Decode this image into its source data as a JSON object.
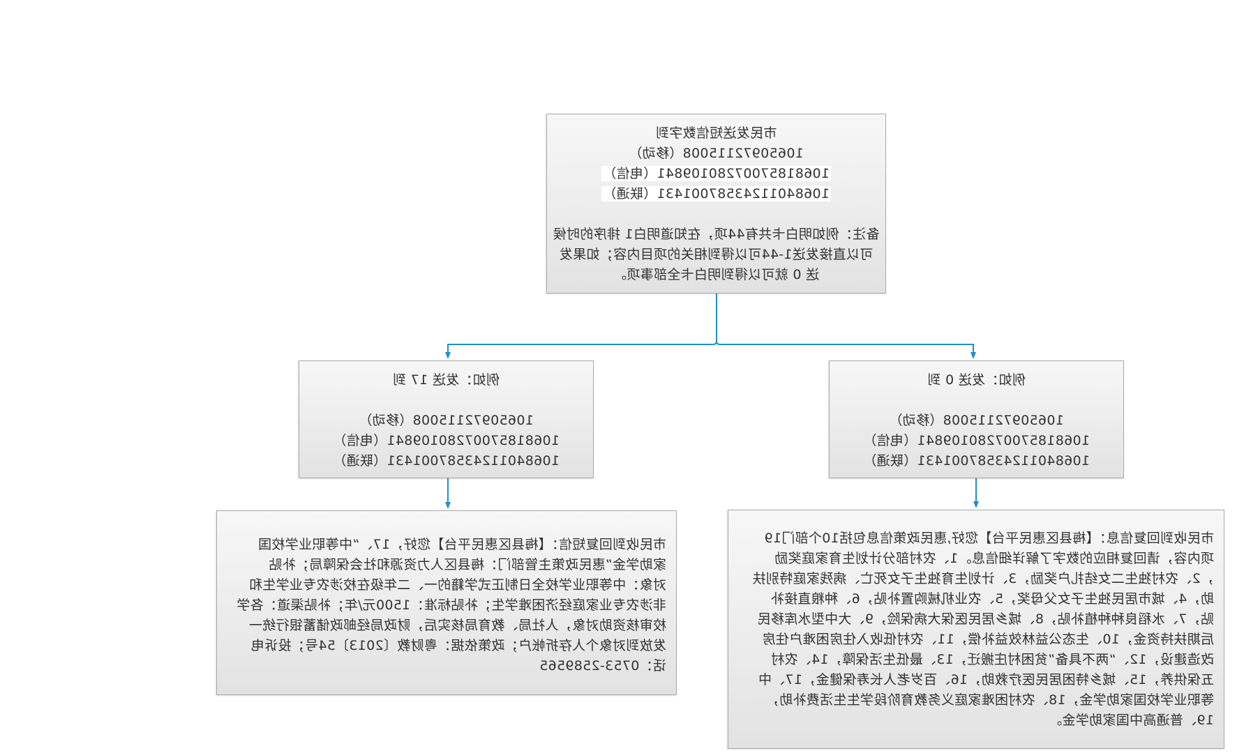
{
  "diagram": {
    "colors": {
      "connector": "#1f8fc8",
      "box_border": "#a8a8a8",
      "box_fill": "#ececec",
      "text": "#333333"
    },
    "top_box": {
      "lines": [
        "市民发送短信数字到",
        "10650972115008（移动）",
        "10681857007280109841（电信）",
        "10684011243587001431（联通）",
        "",
        "备注：例如明白卡共有44项，在知道明白1 排序的时候",
        "可以直接发送1-44可以得到相关的项目内容；如果发",
        "送 0 就可以得到明白卡全部事项。"
      ]
    },
    "left_mid_box": {
      "lines": [
        "例如：发送 0 到",
        "",
        "10650972115008（移动）",
        "10681857007280109841（电信）",
        "10684011243587001431（联通）"
      ]
    },
    "right_mid_box": {
      "lines": [
        "例如：发送 17 到",
        "",
        "10650972115008（移动）",
        "10681857007280109841（电信）",
        "10684011243587001431（联通）"
      ]
    },
    "left_bottom_box": {
      "lines": [
        "市民收到回复信息：【梅县区惠民平台】您好,惠民政策信息包括10个部门19",
        "项内容，请回复相应的数字了解详细信息。1、农村部分计划生育家庭奖励",
        "，2、农村独生二女结扎户奖励，3、计划生育独生子女死亡、病残家庭特别扶",
        "助，4、城市居民独生子女父母奖，5、农业机械购置补贴，6、种粮直接补",
        "贴，7、水稻良种种植补贴，8、城乡居民医保大病保险，9、大中型水库移民",
        "后期扶持资金，10、生态公益林效益补偿，11、农村低收入住房困难户住房",
        "改造建设，12、“两不具备”贫困村庄搬迁，13、最低生活保障，14、农村",
        "五保供养，15、城乡特困居民医疗救助，16、百岁老人长寿保健金，17、中",
        "等职业学校国家助学金，18、农村困难家庭义务教育阶段学生生活费补助，",
        "19、普通高中国家助学金。"
      ]
    },
    "right_bottom_box": {
      "lines": [
        "市民收到回复短信：【梅县区惠民平台】您好，17、“中等职业学校国",
        "家助学金”惠民政策主管部门：梅县区人力资源和社会保障局；补贴",
        "对象：中等职业学校全日制正式学籍的一、二年级在校涉农专业学生和",
        "非涉农专业家庭经济困难学生；补贴标准：1500元/年；补贴渠道：各学",
        "校审核资助对象，人社局、教育局核实后，财政局经邮政储蓄银行统一",
        "发放到对象个人存折帐户；政策依据：粤财教〔2013〕54号；投诉电",
        "话：0753-2589565"
      ]
    }
  }
}
